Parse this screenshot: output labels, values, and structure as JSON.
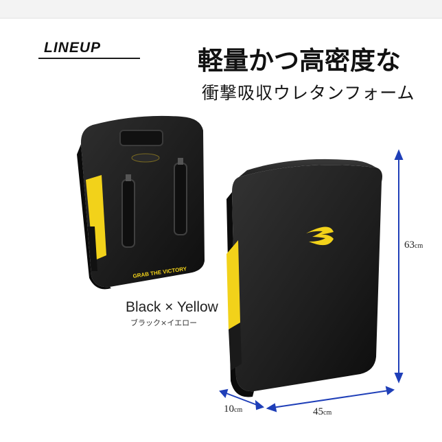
{
  "heading": {
    "section_label": "LINEUP",
    "headline": "軽量かつ高密度な",
    "subline": "衝撃吸収ウレタンフォーム"
  },
  "product": {
    "color_name": "Black × Yellow",
    "color_name_kana": "ブラック×イエロー",
    "pad_print": "GRAB THE VICTORY",
    "colors": {
      "body": "#1c1c1c",
      "accent": "#f2d21a",
      "arrow": "#1f3fb8"
    }
  },
  "dimensions": {
    "height": {
      "value": "63",
      "unit": "cm"
    },
    "width": {
      "value": "45",
      "unit": "cm"
    },
    "depth": {
      "value": "10",
      "unit": "cm"
    }
  }
}
